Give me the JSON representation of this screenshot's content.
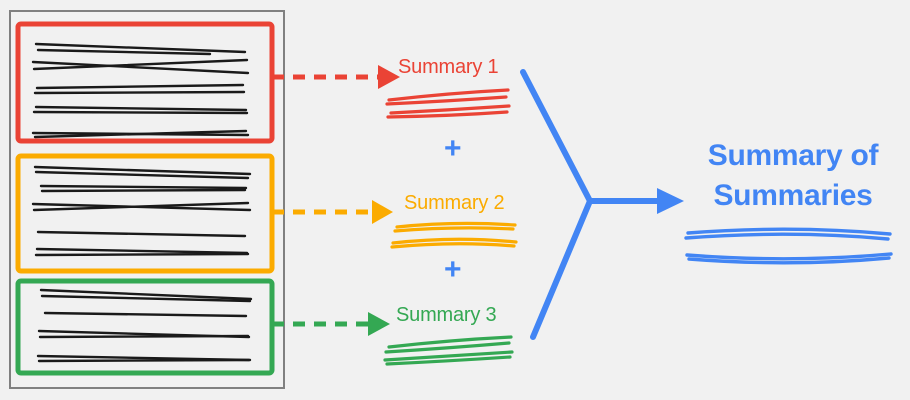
{
  "diagram": {
    "title_text_final": "Summary of Summaries",
    "background_color": "#f1f1f1",
    "source_panel": {
      "border_color": "#808080",
      "name": "source-documents-panel",
      "documents": [
        {
          "id": "doc-1",
          "color": "#ea4335",
          "line_count": 5,
          "arrow_label": "",
          "target": "Summary 1"
        },
        {
          "id": "doc-2",
          "color": "#fbab00",
          "line_count": 5,
          "arrow_label": "",
          "target": "Summary 2"
        },
        {
          "id": "doc-3",
          "color": "#34a853",
          "line_count": 4,
          "arrow_label": "",
          "target": "Summary 3"
        }
      ]
    },
    "summaries": [
      {
        "label": "Summary 1",
        "color": "#ea4335"
      },
      {
        "label": "Summary 2",
        "color": "#fbab00"
      },
      {
        "label": "Summary 3",
        "color": "#34a853"
      }
    ],
    "operators": [
      {
        "symbol": "+",
        "color": "#4285f4"
      },
      {
        "symbol": "+",
        "color": "#4285f4"
      }
    ],
    "merge": {
      "color": "#4285f4",
      "shape": "y-junction-arrow"
    },
    "final_output": {
      "line1": "Summary of",
      "line2": "Summaries",
      "color": "#4285f4",
      "underline_count": 2
    }
  }
}
